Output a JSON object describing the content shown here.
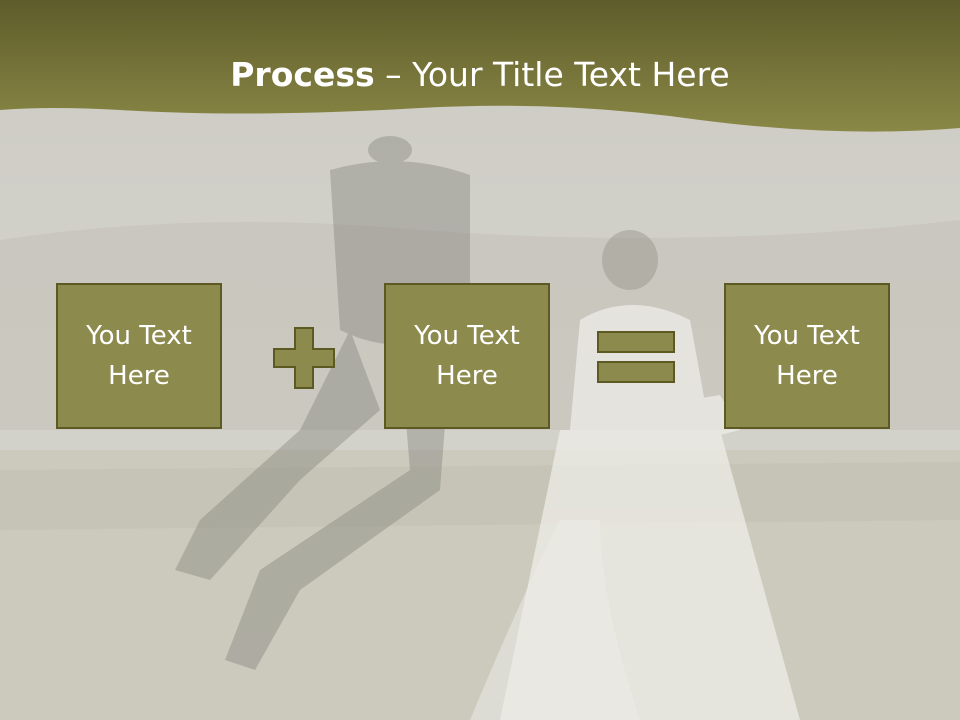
{
  "slide": {
    "title_bold": "Process",
    "title_rest": " – Your Title Text Here",
    "boxes": [
      {
        "text": "You Text\nHere"
      },
      {
        "text": "You Text\nHere"
      },
      {
        "text": "You Text\nHere"
      }
    ],
    "operators": [
      "plus-icon",
      "equals-icon"
    ],
    "colors": {
      "band": "#7d7a3a",
      "box_fill": "#8c8a4d",
      "box_border": "#5c5a22",
      "background": "#cfcdc5"
    }
  }
}
